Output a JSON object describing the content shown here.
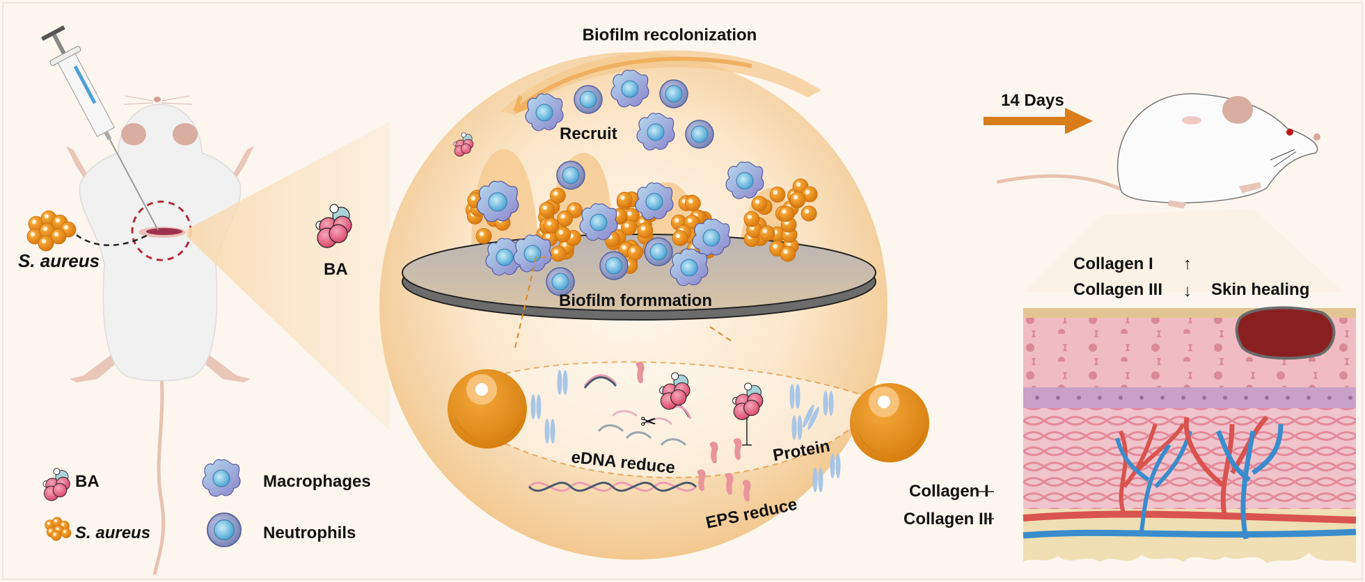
{
  "mouse_left": {
    "bacteria_label": "S. aureus"
  },
  "drug": {
    "label": "BA"
  },
  "zoom_circle": {
    "top_arrow_label": "Biofilm recolonization",
    "recruit_label": "Recruit",
    "disk_label": "Biofilm formmation",
    "edna_label": "eDNA reduce",
    "eps_label": "EPS reduce",
    "protein_label": "Protein"
  },
  "timeline": {
    "label": "14 Days"
  },
  "skin": {
    "collagen1_label": "Collagen I",
    "collagen3_label": "Collagen III",
    "collagen1_trend": "↑",
    "collagen3_trend": "↓",
    "healing_label": "Skin healing",
    "collagen1_pointer": "Collagen I",
    "collagen3_pointer": "Collagen III"
  },
  "legend": {
    "items": [
      {
        "icon": "ba-molecule-icon",
        "label": "BA"
      },
      {
        "icon": "s-aureus-cluster-icon",
        "label": "S. aureus"
      },
      {
        "icon": "macrophage-icon",
        "label": "Macrophages"
      },
      {
        "icon": "neutrophil-icon",
        "label": "Neutrophils"
      }
    ]
  },
  "colors": {
    "background": "#fdf6ee",
    "bacteria_orange": "#e8901c",
    "arrow_orange": "#d97c1a",
    "cell_blue": "#7fb6d9",
    "macrophage_purple": "#8f8fd0",
    "ba_pink": "#e05a7a",
    "ba_teal": "#a9d3d9",
    "skin_pink": "#e7a3ac",
    "vessel_red": "#d9534f",
    "vessel_blue": "#3a8ccc",
    "wound_red": "#8a1f1f"
  }
}
